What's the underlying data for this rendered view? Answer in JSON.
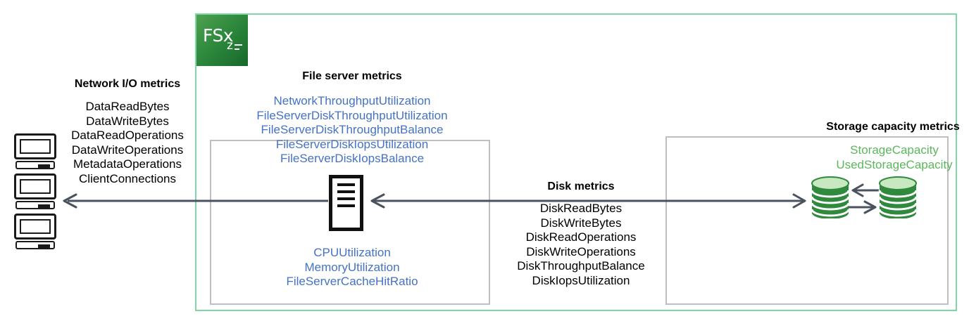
{
  "diagram": {
    "title_logo": {
      "name": "fsx-logo",
      "text": "FSx",
      "subscript": "z",
      "color": "#2f8a3e"
    },
    "colors": {
      "outer_frame": "#7ed8a5",
      "inner_box_border": "#bfbfbf",
      "blue_metric_text": "#4472c4",
      "green_metric_text": "#5bb75b",
      "arrow": "#4a5260",
      "black_text": "#000000"
    },
    "sections": {
      "network": {
        "heading": "Network I/O metrics",
        "metrics": [
          "DataReadBytes",
          "DataWriteBytes",
          "DataReadOperations",
          "DataWriteOperations",
          "MetadataOperations",
          "ClientConnections"
        ]
      },
      "file_server": {
        "heading": "File server metrics",
        "metrics_top": [
          "NetworkThroughputUtilization",
          "FileServerDiskThroughputUtilization",
          "FileServerDiskThroughputBalance",
          "FileServerDiskIopsUtilization",
          "FileServerDiskIopsBalance"
        ],
        "metrics_bottom": [
          "CPUUtilization",
          "MemoryUtilization",
          "FileServerCacheHitRatio"
        ]
      },
      "disk": {
        "heading": "Disk metrics",
        "metrics": [
          "DiskReadBytes",
          "DiskWriteBytes",
          "DiskReadOperations",
          "DiskWriteOperations",
          "DiskThroughputBalance",
          "DiskIopsUtilization"
        ]
      },
      "storage": {
        "heading": "Storage capacity metrics",
        "metrics": [
          "StorageCapacity",
          "UsedStorageCapacity"
        ]
      }
    },
    "icons": {
      "clients": "computer-icon",
      "file_server": "server-tower-icon",
      "storage": "database-cylinder-icon"
    }
  }
}
